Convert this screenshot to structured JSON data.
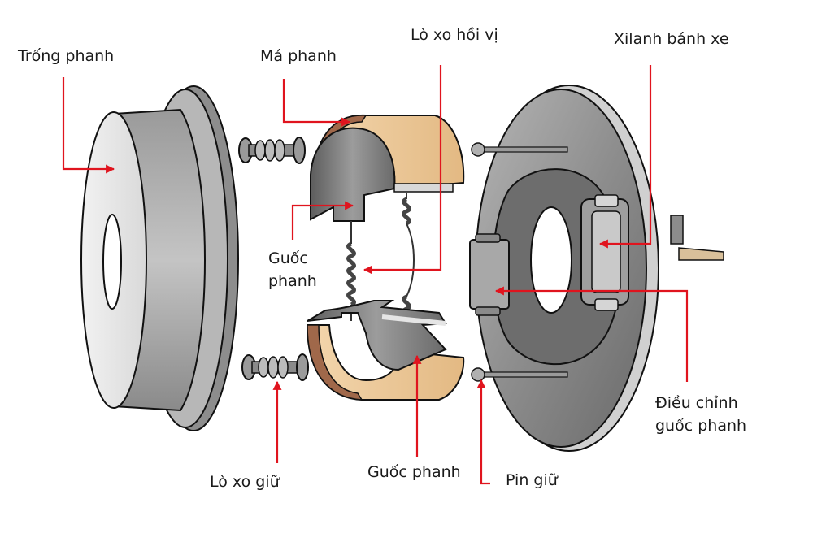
{
  "title": "Cấu tạo phanh tang trống",
  "colors": {
    "arrow": "#e0141e",
    "metal_light": "#e6e6e6",
    "metal_mid": "#a8a8a8",
    "metal_dark": "#6e6e6e",
    "lining": "#edc89a",
    "lining_edge": "#a0684a",
    "outline": "#111111"
  },
  "labels": {
    "brake_drum": "Trống phanh",
    "brake_lining": "Má phanh",
    "return_spring": "Lò xo hồi vị",
    "wheel_cylinder": "Xilanh bánh xe",
    "brake_shoe_upper": [
      "Guốc",
      "phanh"
    ],
    "shoe_adjuster": [
      "Điều chỉnh",
      "guốc phanh"
    ],
    "hold_down_spring": "Lò xo giữ",
    "brake_shoe_lower": "Guốc phanh",
    "retaining_pin": "Pin giữ"
  },
  "parts": [
    {
      "id": "brake_drum",
      "icon": "brake-drum-icon"
    },
    {
      "id": "hold_down_springs",
      "icon": "coil-spring-icon"
    },
    {
      "id": "brake_shoes",
      "icon": "brake-shoe-icon"
    },
    {
      "id": "return_springs",
      "icon": "return-spring-icon"
    },
    {
      "id": "backing_plate",
      "icon": "backing-plate-icon"
    },
    {
      "id": "wheel_cylinder",
      "icon": "wheel-cylinder-icon"
    },
    {
      "id": "adjuster",
      "icon": "adjuster-icon"
    },
    {
      "id": "retaining_pins",
      "icon": "pin-icon"
    }
  ]
}
